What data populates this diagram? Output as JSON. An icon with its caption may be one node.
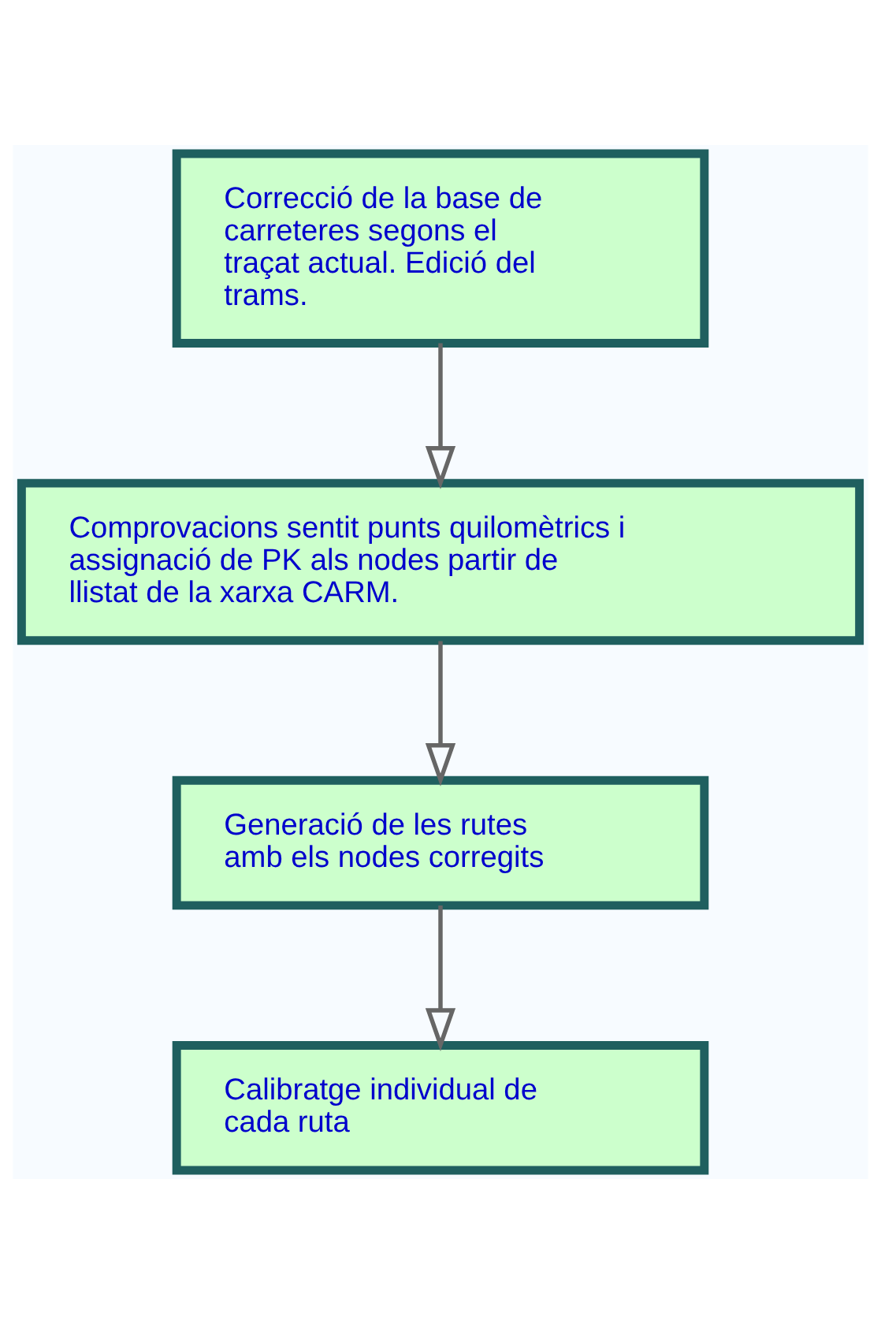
{
  "diagram": {
    "nodes": [
      {
        "text": [
          "Correcció de la base de carreteres segons el traçat actual. Edició del trams."
        ]
      },
      {
        "text": [
          "Comprovacions sentit punts quilomètrics i assignació de PK als nodes partir de llistat de la xarxa CARM."
        ]
      },
      {
        "text": [
          "Generació de les rutes amb els nodes corregits"
        ]
      },
      {
        "text": [
          "Calibratge individual de cada ruta"
        ]
      }
    ],
    "edges": [
      {
        "from": 0,
        "to": 1,
        "arrow": "to"
      },
      {
        "from": 1,
        "to": 2,
        "arrow": "to"
      },
      {
        "from": 2,
        "to": 3,
        "arrow": "to"
      }
    ]
  }
}
